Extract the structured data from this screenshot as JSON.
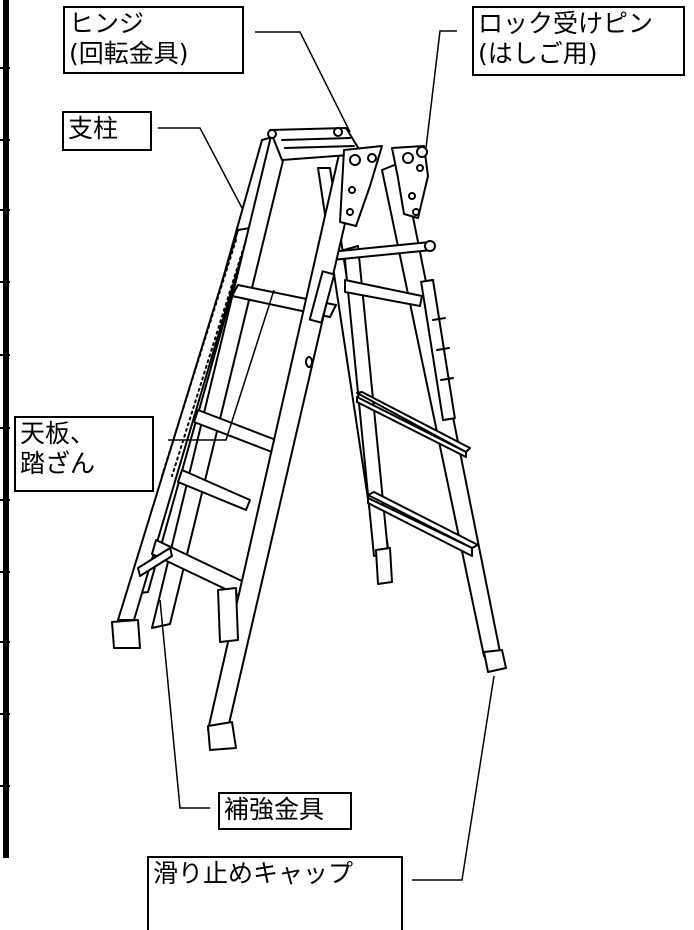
{
  "labels": {
    "hinge_line1": "ヒンジ",
    "hinge_line2": "(回転金具)",
    "lockpin_line1": "ロック受けピン",
    "lockpin_line2": "(はしご用)",
    "post": "支柱",
    "step_line1": "天板、",
    "step_line2": "踏ざん",
    "reinforce": "補強金具",
    "cap": "滑り止めキャップ"
  },
  "colors": {
    "line": "#000000",
    "background": "#ffffff"
  }
}
